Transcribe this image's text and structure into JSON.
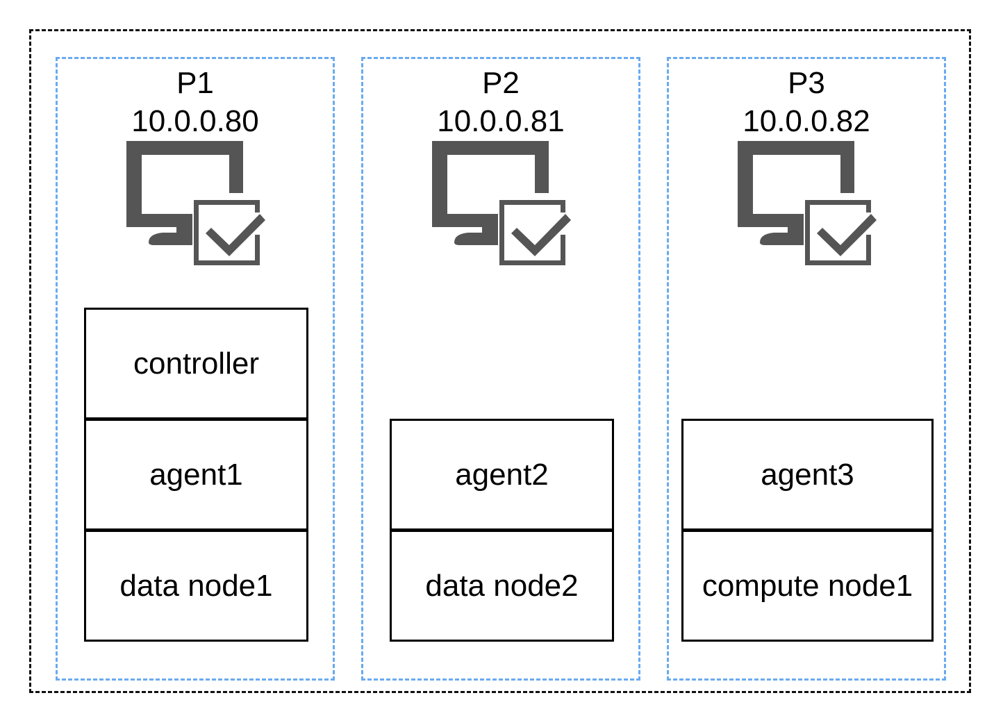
{
  "hosts": [
    {
      "name": "P1",
      "ip": "10.0.0.80",
      "icon": "monitor-check-icon",
      "components": [
        "controller",
        "agent1",
        "data node1"
      ]
    },
    {
      "name": "P2",
      "ip": "10.0.0.81",
      "icon": "monitor-check-icon",
      "components": [
        "agent2",
        "data node2"
      ]
    },
    {
      "name": "P3",
      "ip": "10.0.0.82",
      "icon": "monitor-check-icon",
      "components": [
        "agent3",
        "compute node1"
      ]
    }
  ],
  "colors": {
    "cluster_border": "#111111",
    "host_border": "#6aaaf0",
    "icon": "#555555",
    "box_border": "#000000"
  }
}
